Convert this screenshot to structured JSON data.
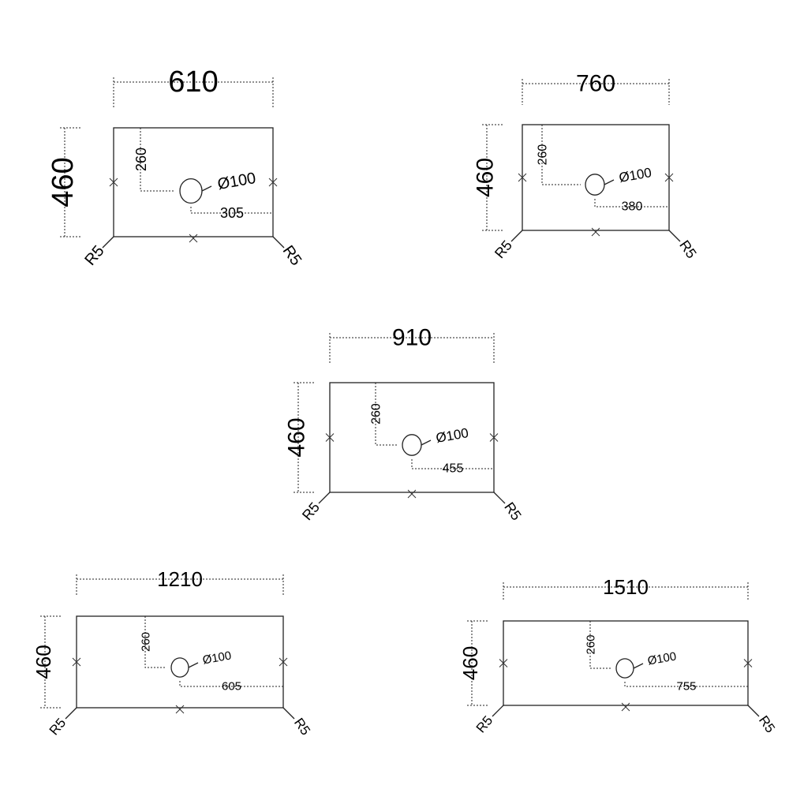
{
  "drawings": [
    {
      "width_label": "610",
      "height_label": "460",
      "hole_offset_y_label": "260",
      "hole_diameter_label": "Ø100",
      "hole_offset_x_label": "305",
      "corner_left_label": "R5",
      "corner_right_label": "R5"
    },
    {
      "width_label": "760",
      "height_label": "460",
      "hole_offset_y_label": "260",
      "hole_diameter_label": "Ø100",
      "hole_offset_x_label": "380",
      "corner_left_label": "R5",
      "corner_right_label": "R5"
    },
    {
      "width_label": "910",
      "height_label": "460",
      "hole_offset_y_label": "260",
      "hole_diameter_label": "Ø100",
      "hole_offset_x_label": "455",
      "corner_left_label": "R5",
      "corner_right_label": "R5"
    },
    {
      "width_label": "1210",
      "height_label": "460",
      "hole_offset_y_label": "260",
      "hole_diameter_label": "Ø100",
      "hole_offset_x_label": "605",
      "corner_left_label": "R5",
      "corner_right_label": "R5"
    },
    {
      "width_label": "1510",
      "height_label": "460",
      "hole_offset_y_label": "260",
      "hole_diameter_label": "Ø100",
      "hole_offset_x_label": "755",
      "corner_left_label": "R5",
      "corner_right_label": "R5"
    }
  ]
}
